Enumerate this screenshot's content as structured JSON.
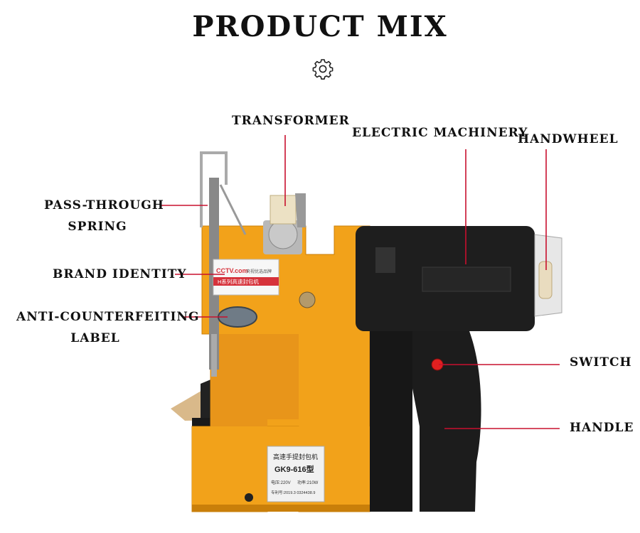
{
  "header": {
    "title": "PRODUCT MIX",
    "icon": "gear-icon"
  },
  "labels": {
    "transformer": "TRANSFORMER",
    "electric_machinery": "ELECTRIC MACHINERY",
    "handwheel": "HANDWHEEL",
    "pass_through_spring_1": "PASS-THROUGH",
    "pass_through_spring_2": "SPRING",
    "brand_identity": "BRAND IDENTITY",
    "anti_counterfeiting_1": "ANTI-COUNTERFEITING",
    "anti_counterfeiting_2": "LABEL",
    "switch": "SWITCH",
    "handle": "HANDLE"
  },
  "machine": {
    "brand_logo": "CCTV.com",
    "brand_tagline": "央视优选品牌",
    "brand_series": "H系列高速封包机",
    "plate_name": "高速手提封包机",
    "plate_model": "GK9-616型",
    "plate_spec_voltage": "电压:220V",
    "plate_spec_power": "功率:210W",
    "plate_patent": "专利号:2019.3 0324438.9"
  },
  "colors": {
    "body_orange": "#F2A21A",
    "motor_black": "#1E1E1E",
    "line_red": "#C8102E"
  }
}
